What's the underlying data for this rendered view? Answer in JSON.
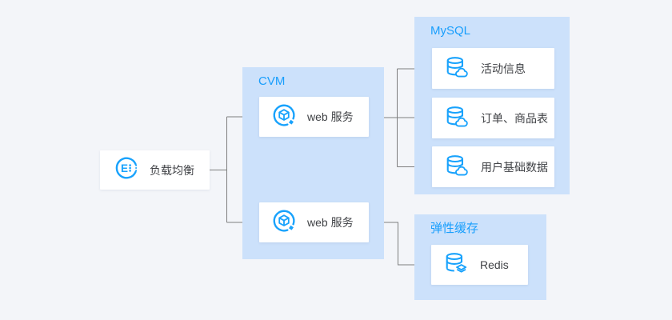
{
  "diagram": {
    "load_balancer": {
      "label": "负载均衡",
      "icon": "clb-icon"
    },
    "cvm": {
      "title": "CVM",
      "services": [
        {
          "label": "web 服务",
          "icon": "cvm-icon"
        },
        {
          "label": "web 服务",
          "icon": "cvm-icon"
        }
      ]
    },
    "mysql": {
      "title": "MySQL",
      "databases": [
        {
          "label": "活动信息",
          "icon": "cloud-database-icon"
        },
        {
          "label": "订单、商品表",
          "icon": "cloud-database-icon"
        },
        {
          "label": "用户基础数据",
          "icon": "cloud-database-icon"
        }
      ]
    },
    "cache": {
      "title": "弹性缓存",
      "items": [
        {
          "label": "Redis",
          "icon": "redis-icon"
        }
      ]
    }
  },
  "colors": {
    "background": "#f3f5f9",
    "group_fill": "#cce1fb",
    "accent_blue": "#189efc",
    "node_fill": "#ffffff",
    "node_text": "#404246",
    "connector_gray": "#7e7e7e"
  }
}
